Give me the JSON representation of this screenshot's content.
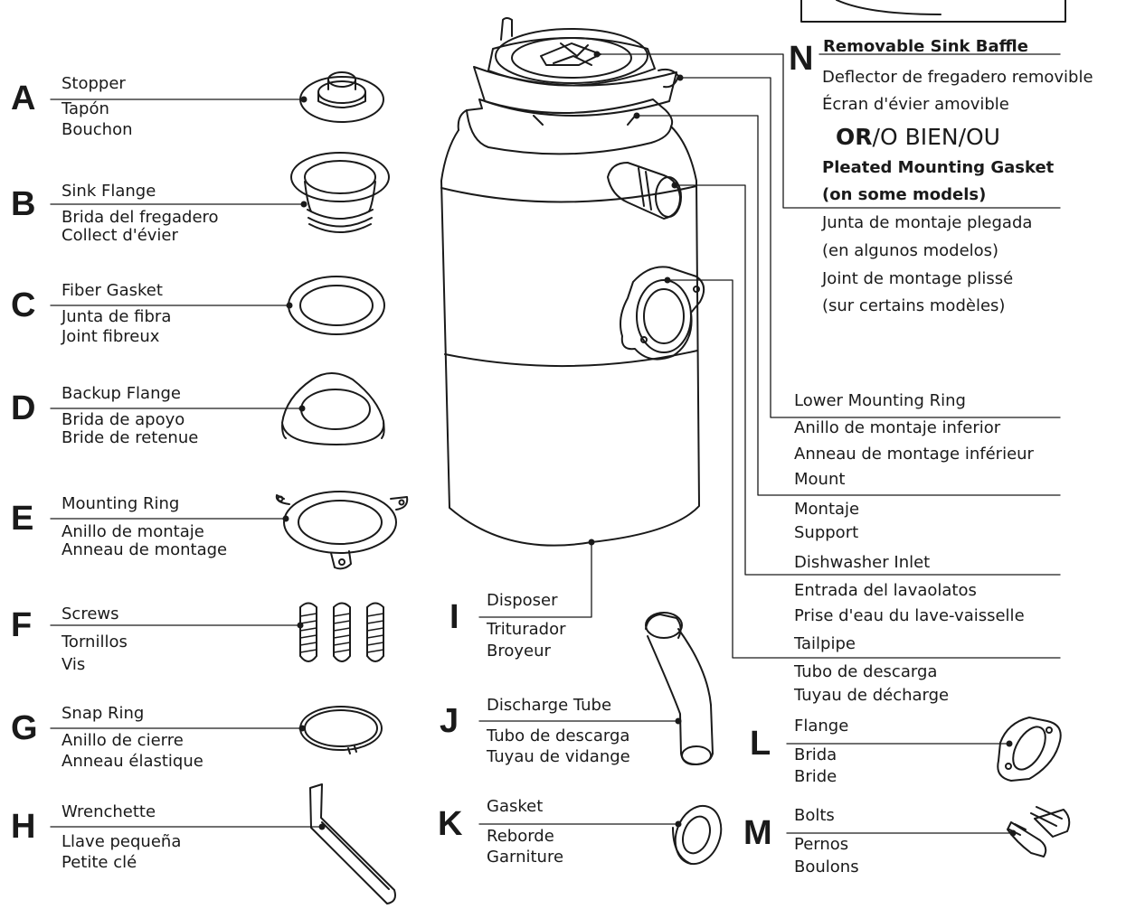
{
  "parts": {
    "a": {
      "letter": "A",
      "en": "Stopper",
      "es": "Tapón",
      "fr": "Bouchon"
    },
    "b": {
      "letter": "B",
      "en": "Sink Flange",
      "es": "Brida del fregadero",
      "fr": "Collect d'évier"
    },
    "c": {
      "letter": "C",
      "en": "Fiber Gasket",
      "es": "Junta de fibra",
      "fr": "Joint fibreux"
    },
    "d": {
      "letter": "D",
      "en": "Backup Flange",
      "es": "Brida de apoyo",
      "fr": "Bride de retenue"
    },
    "e": {
      "letter": "E",
      "en": "Mounting Ring",
      "es": "Anillo de montaje",
      "fr": "Anneau de montage"
    },
    "f": {
      "letter": "F",
      "en": "Screws",
      "es": "Tornillos",
      "fr": "Vis"
    },
    "g": {
      "letter": "G",
      "en": "Snap Ring",
      "es": "Anillo de cierre",
      "fr": "Anneau élastique"
    },
    "h": {
      "letter": "H",
      "en": "Wrenchette",
      "es": "Llave pequeña",
      "fr": "Petite clé"
    },
    "i": {
      "letter": "I",
      "en": "Disposer",
      "es": "Triturador",
      "fr": "Broyeur"
    },
    "j": {
      "letter": "J",
      "en": "Discharge Tube",
      "es": "Tubo de descarga",
      "fr": "Tuyau de vidange"
    },
    "k": {
      "letter": "K",
      "en": "Gasket",
      "es": "Reborde",
      "fr": "Garniture"
    },
    "l": {
      "letter": "L",
      "en": "Flange",
      "es": "Brida",
      "fr": "Bride"
    },
    "m": {
      "letter": "M",
      "en": "Bolts",
      "es": "Pernos",
      "fr": "Boulons"
    },
    "n": {
      "letter": "N",
      "en": "Removable Sink Baffle",
      "es": "Deflector de fregadero removible",
      "fr": "Écran d'évier amovible",
      "or_en": "OR",
      "or_rest": "/O BIEN/OU",
      "alt_en_1": "Pleated Mounting Gasket",
      "alt_en_2": "(on some models)",
      "alt_es_1": "Junta de montaje plegada",
      "alt_es_2": "(en algunos modelos)",
      "alt_fr_1": "Joint de montage plissé",
      "alt_fr_2": "(sur certains modèles)"
    }
  },
  "callouts": {
    "lower_ring": {
      "en": "Lower Mounting Ring",
      "es": "Anillo de montaje inferior",
      "fr": "Anneau de montage inférieur"
    },
    "mount": {
      "en": "Mount",
      "es": "Montaje",
      "fr": "Support"
    },
    "dishwasher": {
      "en": "Dishwasher Inlet",
      "es": "Entrada del lavaolatos",
      "fr": "Prise d'eau du lave-vaisselle"
    },
    "tailpipe": {
      "en": "Tailpipe",
      "es": "Tubo de descarga",
      "fr": "Tuyau de décharge"
    }
  }
}
